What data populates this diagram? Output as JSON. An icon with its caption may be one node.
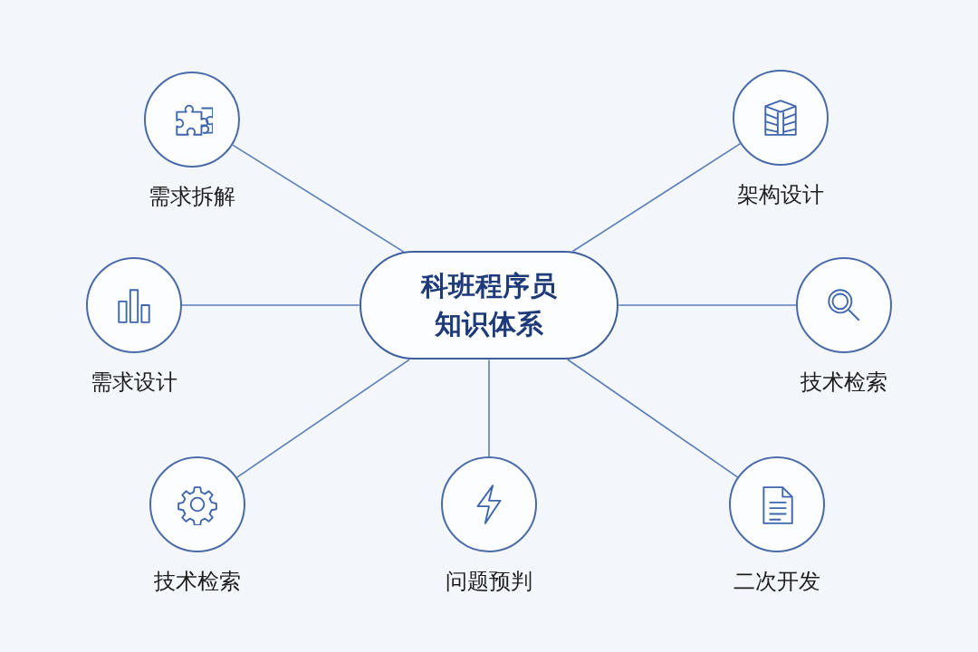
{
  "diagram": {
    "nodes": [
      {
        "text": [
          "科班程序员知识体系"
        ]
      },
      {
        "text": [
          "需求拆解"
        ]
      },
      {
        "text": [
          "架构设计"
        ]
      },
      {
        "text": [
          "需求设计"
        ]
      },
      {
        "text": [
          "技术检索"
        ]
      },
      {
        "text": [
          "技术检索"
        ]
      },
      {
        "text": [
          "问题预判"
        ]
      },
      {
        "text": [
          "二次开发"
        ]
      }
    ],
    "edges": [
      {
        "from": 0,
        "to": 1,
        "arrow": "none"
      },
      {
        "from": 0,
        "to": 2,
        "arrow": "none"
      },
      {
        "from": 0,
        "to": 3,
        "arrow": "none"
      },
      {
        "from": 0,
        "to": 4,
        "arrow": "none"
      },
      {
        "from": 0,
        "to": 5,
        "arrow": "none"
      },
      {
        "from": 0,
        "to": 6,
        "arrow": "none"
      },
      {
        "from": 0,
        "to": 7,
        "arrow": "none"
      }
    ]
  }
}
